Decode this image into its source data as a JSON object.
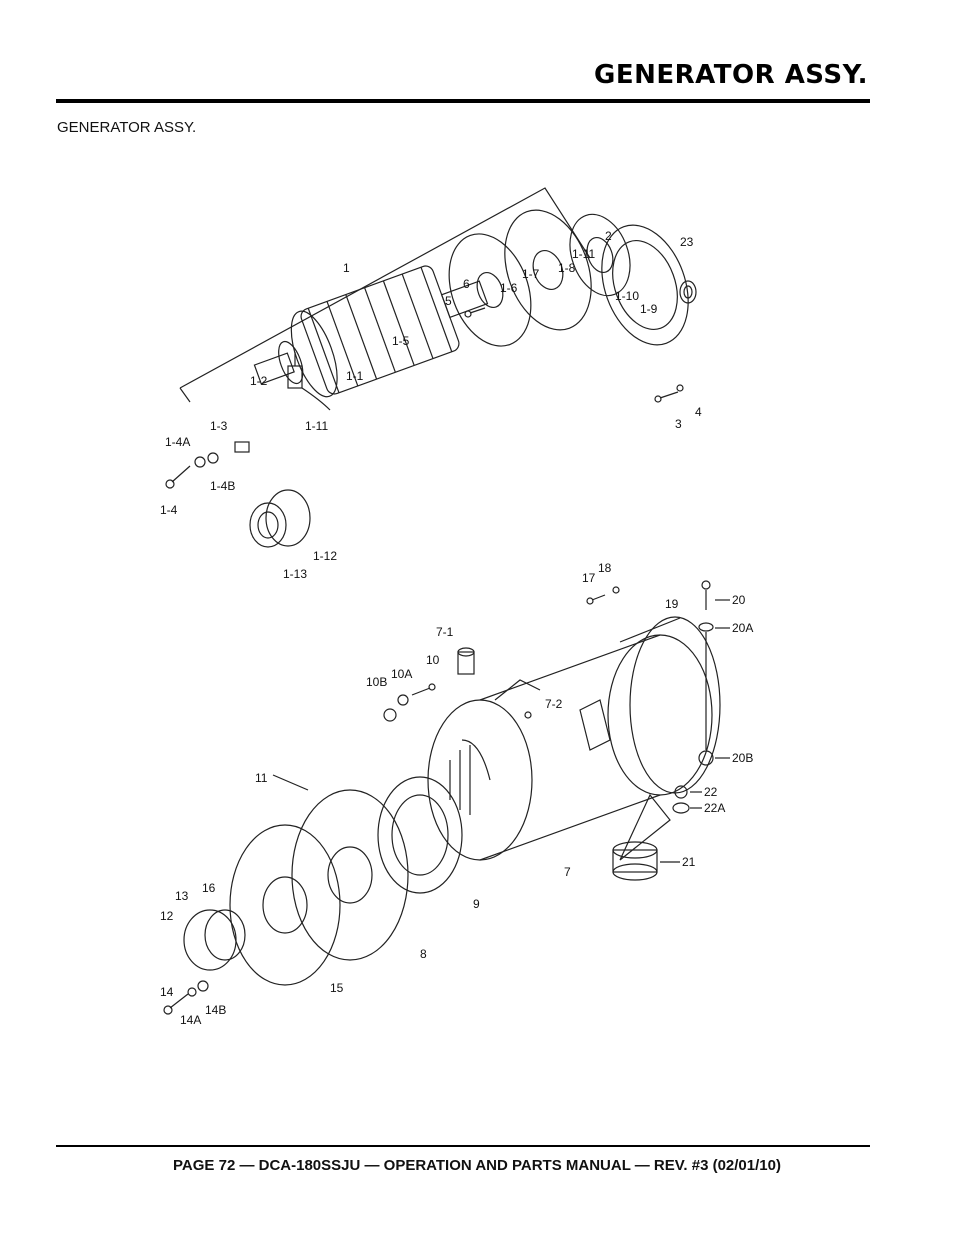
{
  "header": {
    "title": "GENERATOR ASSY."
  },
  "section": {
    "label": "GENERATOR ASSY."
  },
  "callouts": [
    "1",
    "1-2",
    "1-1",
    "1-3",
    "1-11",
    "1-4A",
    "1-4",
    "1-4B",
    "1-5",
    "1-6",
    "1-7",
    "1-8",
    "1-11",
    "1-10",
    "1-9",
    "2",
    "23",
    "5",
    "6",
    "3",
    "4",
    "1-12",
    "1-13",
    "18",
    "17",
    "19",
    "20",
    "20A",
    "7-1",
    "10",
    "10A",
    "10B",
    "7-2",
    "20B",
    "22",
    "22A",
    "11",
    "9",
    "21",
    "7",
    "16",
    "13",
    "12",
    "8",
    "15",
    "14",
    "14A",
    "14B"
  ],
  "footer": {
    "text": "PAGE 72 — DCA-180SSJU — OPERATION AND PARTS  MANUAL — REV. #3  (02/01/10)"
  }
}
